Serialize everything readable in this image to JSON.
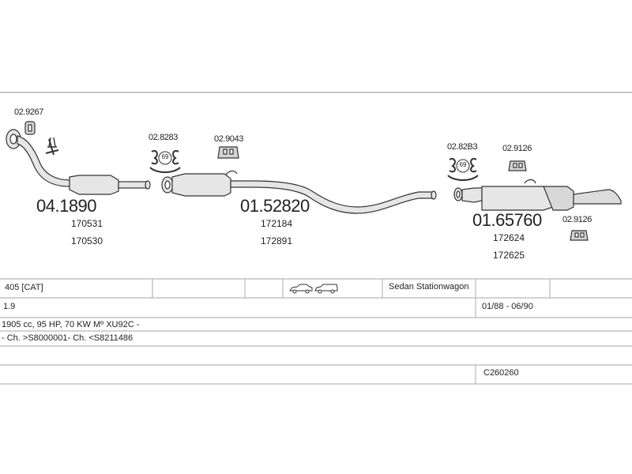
{
  "diagram": {
    "parts": [
      {
        "main": "04.1890",
        "refs": [
          "170531",
          "170530"
        ]
      },
      {
        "main": "01.52820",
        "refs": [
          "172184",
          "172891"
        ]
      },
      {
        "main": "01.65760",
        "refs": [
          "172624",
          "172625"
        ]
      }
    ],
    "fittings": [
      "02.9267",
      "02.8283",
      "02.9043",
      "02.82B3",
      "02.9126",
      "02.9126"
    ],
    "clamp_badges": [
      "69",
      "69"
    ]
  },
  "vehicle": {
    "model": "405  [CAT]",
    "body": "Sedan  Stationwagon",
    "engine": "1.9",
    "period": "01/88 - 06/90",
    "spec": "1905 cc, 95 HP, 70 KW  Mº XU92C -",
    "chassis": "- Ch. >S8000001- Ch. <S8211486",
    "code": "C260260"
  },
  "icons": [
    "sedan-icon",
    "stationwagon-icon"
  ],
  "colors": {
    "line": "#b8b8b8",
    "ink": "#333333",
    "part_fill": "#e4e4e4"
  }
}
